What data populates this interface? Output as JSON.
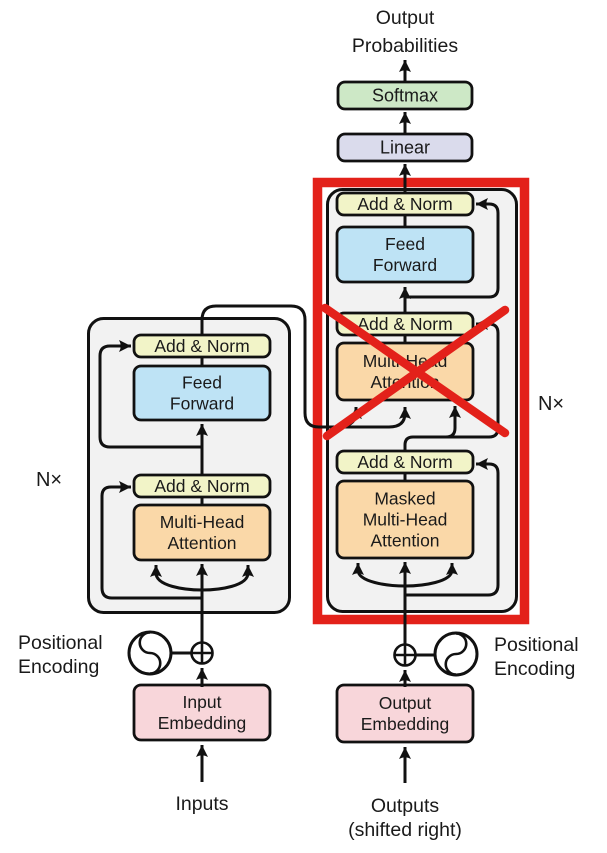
{
  "colors": {
    "add_norm": "#F2F4C8",
    "feed_forward": "#BEE3F5",
    "attention": "#FAD8A8",
    "softmax": "#CDE8C6",
    "linear": "#DADBEC",
    "embedding": "#F8D6DA",
    "container": "#F2F2F2",
    "line": "#111111",
    "annotation": "#E3211A",
    "text": "#1A1A1A"
  },
  "labels": {
    "output_probabilities": [
      "Output",
      "Probabilities"
    ],
    "softmax": "Softmax",
    "linear": "Linear",
    "add_norm": "Add & Norm",
    "feed_forward": [
      "Feed",
      "Forward"
    ],
    "multi_head_attention": [
      "Multi-Head",
      "Attention"
    ],
    "masked_multi_head_attention": [
      "Masked",
      "Multi-Head",
      "Attention"
    ],
    "input_embedding": [
      "Input",
      "Embedding"
    ],
    "output_embedding": [
      "Output",
      "Embedding"
    ],
    "positional_encoding": [
      "Positional",
      "Encoding"
    ],
    "inputs": "Inputs",
    "outputs": [
      "Outputs",
      "(shifted right)"
    ],
    "n_times": "N×"
  }
}
